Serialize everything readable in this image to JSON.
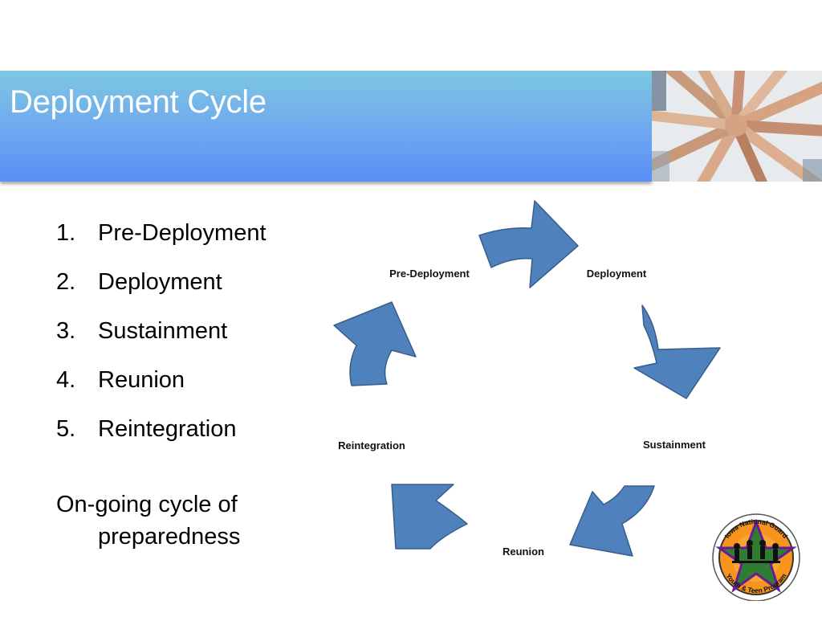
{
  "slide": {
    "title": "Deployment Cycle",
    "list": [
      {
        "num": "1.",
        "text": "Pre-Deployment"
      },
      {
        "num": "2.",
        "text": "Deployment"
      },
      {
        "num": "3.",
        "text": "Sustainment"
      },
      {
        "num": "4.",
        "text": "Reunion"
      },
      {
        "num": "5.",
        "text": "Reintegration"
      }
    ],
    "note_line1": "On-going cycle of",
    "note_line2": "preparedness"
  },
  "cycle": {
    "labels": {
      "pre_deployment": "Pre-Deployment",
      "deployment": "Deployment",
      "sustainment": "Sustainment",
      "reunion": "Reunion",
      "reintegration": "Reintegration"
    },
    "arrow_color": "#4f81bd",
    "arrow_stroke": "#385d8a"
  },
  "logo": {
    "top_text": "Iowa National Guard",
    "bottom_text": "Youth & Teen Program"
  },
  "colors": {
    "header_top": "#7cc8e1",
    "header_bottom": "#5a8ff7",
    "title_text": "#ffffff"
  }
}
